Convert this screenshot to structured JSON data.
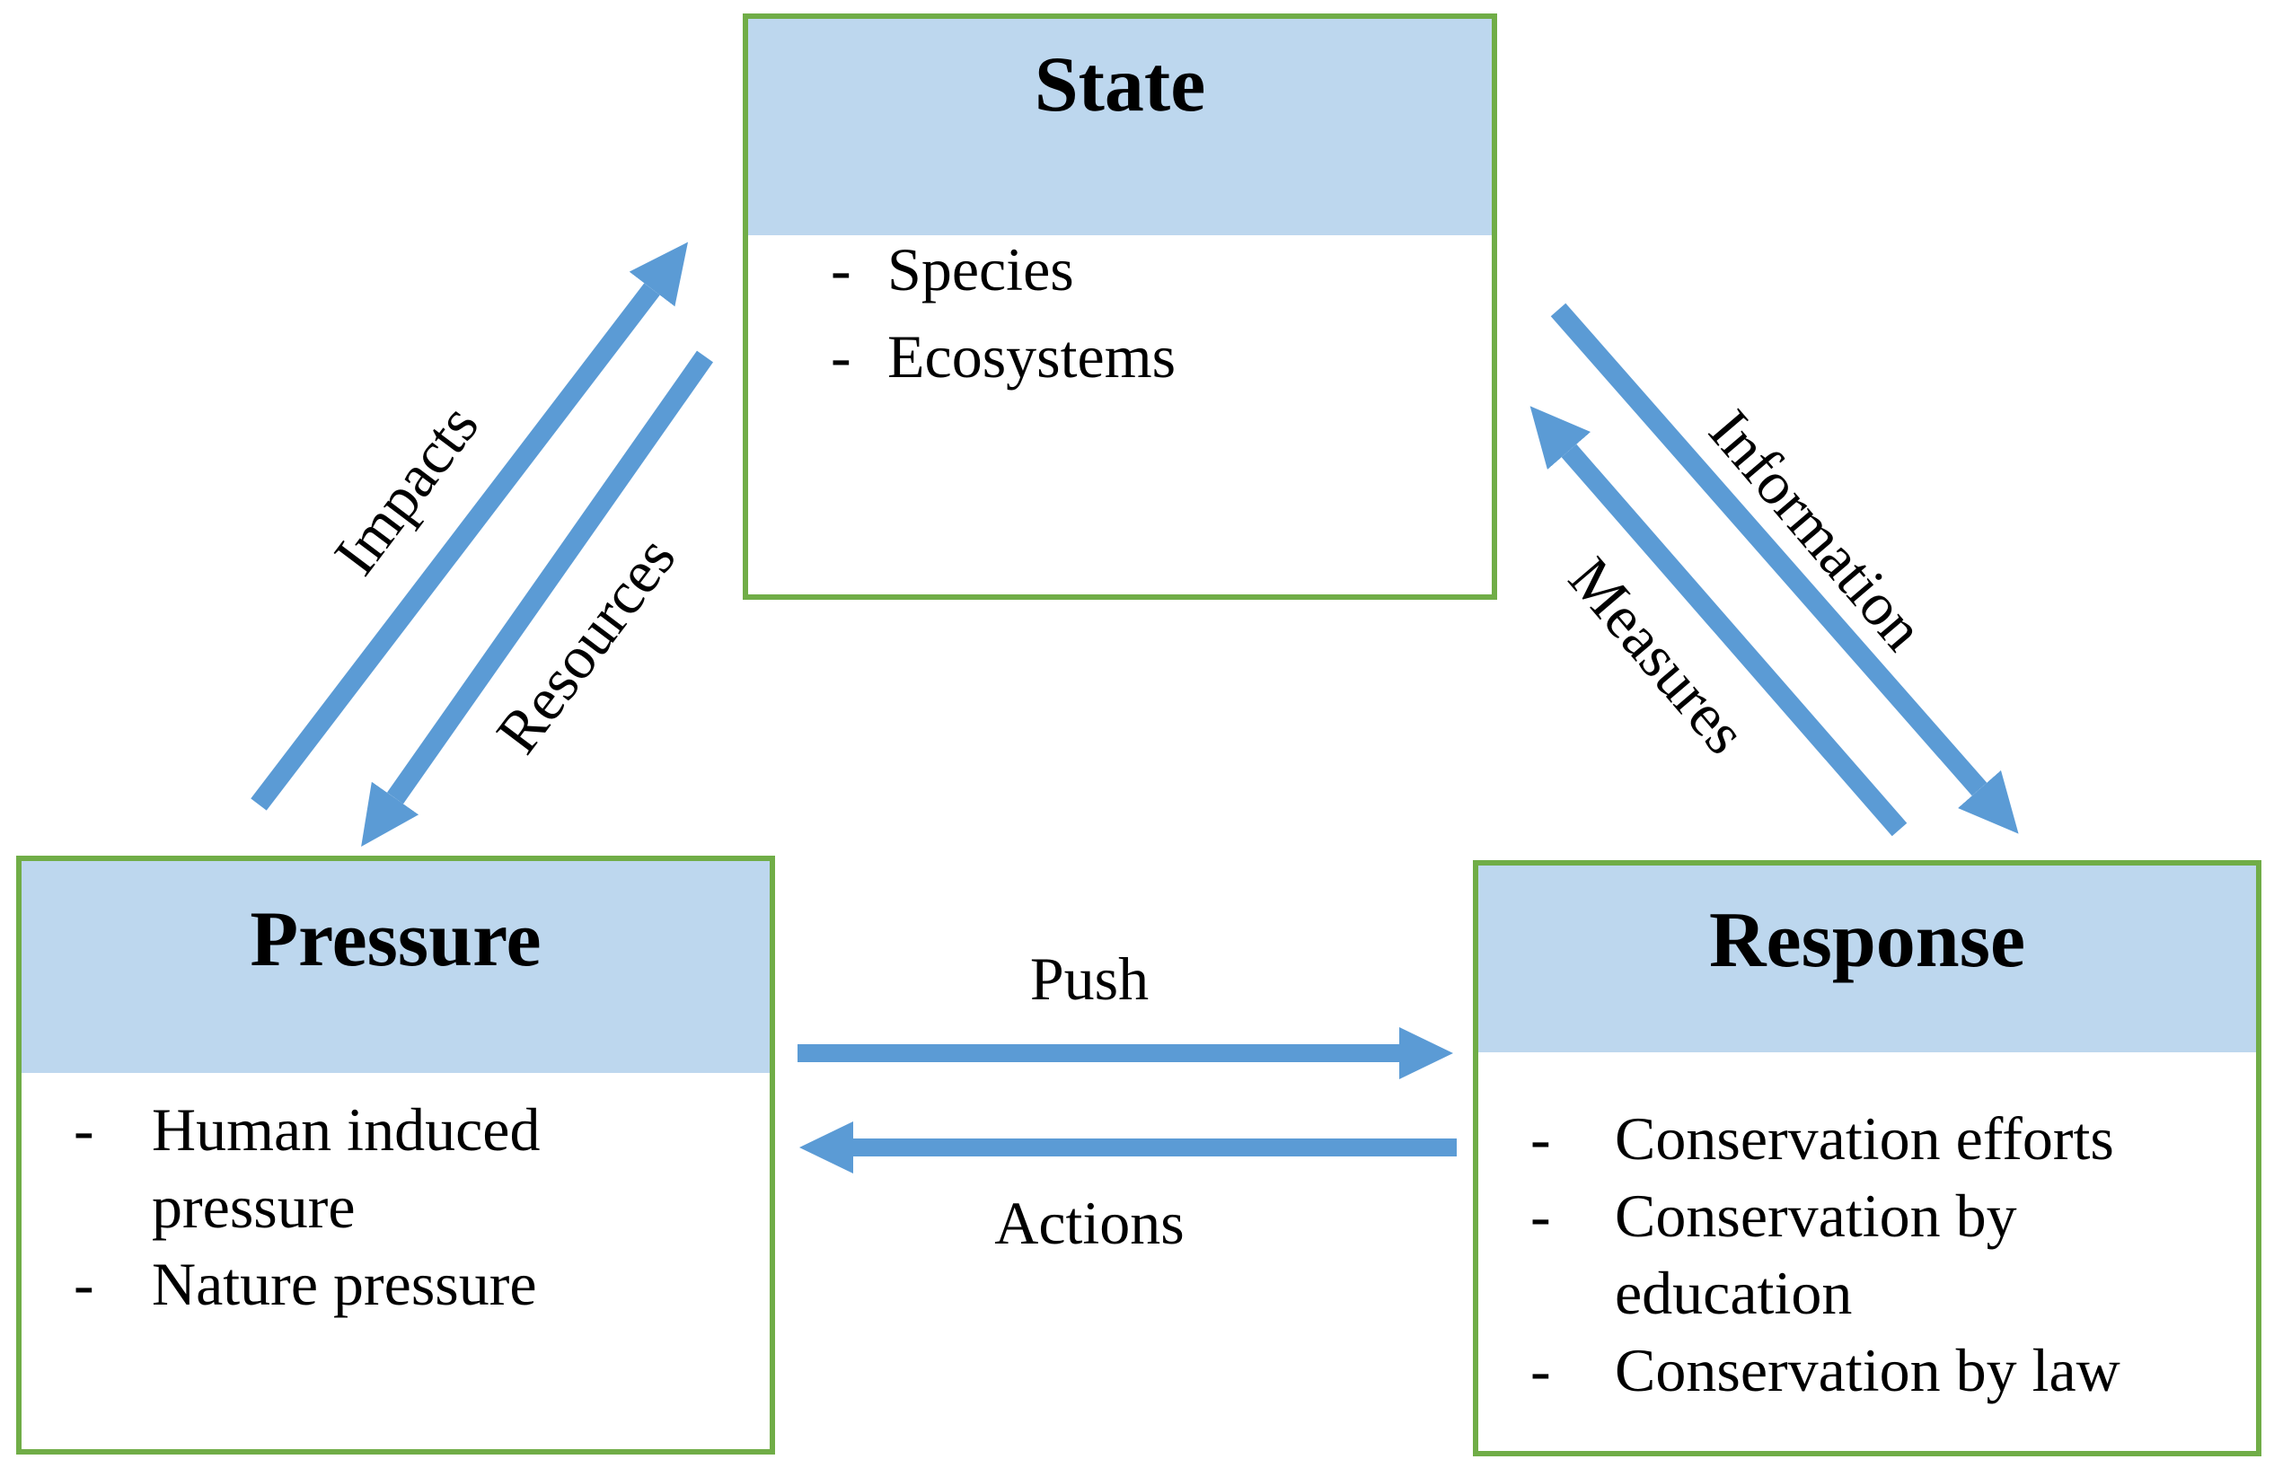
{
  "diagram": {
    "boxes": {
      "state": {
        "title": "State",
        "bullet": "-",
        "items": [
          "Species",
          "Ecosystems"
        ]
      },
      "pressure": {
        "title": "Pressure",
        "bullet": "-",
        "items": [
          "Human induced pressure",
          "Nature pressure"
        ]
      },
      "response": {
        "title": "Response",
        "bullet": "-",
        "items": [
          "Conservation efforts",
          "Conservation by education",
          "Conservation by law"
        ]
      }
    },
    "arrows": [
      {
        "id": "impacts",
        "label": "Impacts",
        "from": "pressure",
        "to": "state"
      },
      {
        "id": "resources",
        "label": "Resources",
        "from": "state",
        "to": "pressure"
      },
      {
        "id": "information",
        "label": "Information",
        "from": "state",
        "to": "response"
      },
      {
        "id": "measures",
        "label": "Measures",
        "from": "response",
        "to": "state"
      },
      {
        "id": "push",
        "label": "Push",
        "from": "pressure",
        "to": "response"
      },
      {
        "id": "actions",
        "label": "Actions",
        "from": "response",
        "to": "pressure"
      }
    ],
    "colors": {
      "arrow_blue": "#5B9BD5",
      "header_fill": "#BDD7EE",
      "border_green": "#70AD47",
      "text": "#000000",
      "background": "#FFFFFF"
    }
  }
}
